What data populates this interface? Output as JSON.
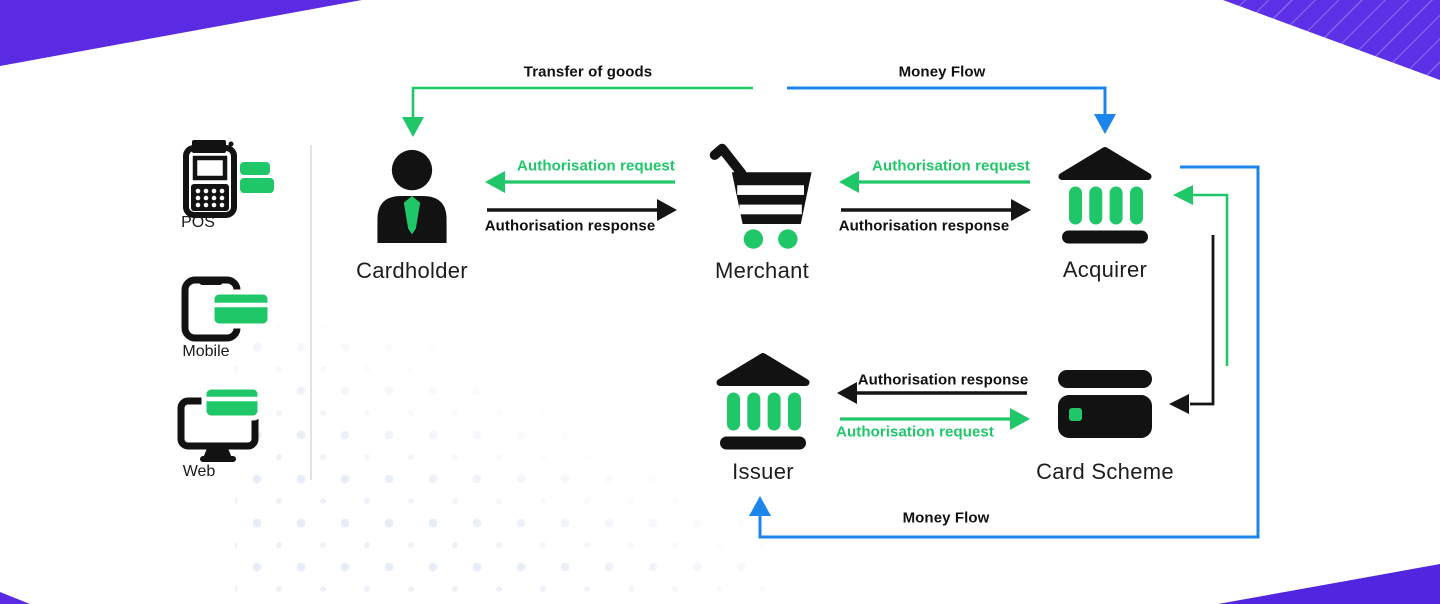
{
  "palette": {
    "purple": "#5a2be2",
    "green": "#1fc769",
    "blue": "#1b85ec",
    "ink": "#121212",
    "divider": "#e2e2e2",
    "dots": "#e7edf6"
  },
  "sidebar": {
    "items": [
      {
        "label": "POS",
        "icon": "pos-terminal-icon"
      },
      {
        "label": "Mobile",
        "icon": "mobile-phone-icon"
      },
      {
        "label": "Web",
        "icon": "desktop-monitor-icon"
      }
    ]
  },
  "nodes": {
    "cardholder": {
      "label": "Cardholder",
      "icon": "person-icon"
    },
    "merchant": {
      "label": "Merchant",
      "icon": "shopping-cart-icon"
    },
    "acquirer": {
      "label": "Acquirer",
      "icon": "bank-icon"
    },
    "issuer": {
      "label": "Issuer",
      "icon": "bank-icon"
    },
    "card_scheme": {
      "label": "Card Scheme",
      "icon": "credit-card-icon"
    }
  },
  "flows": {
    "transfer_of_goods": {
      "label": "Transfer of goods",
      "color": "#1fc769",
      "from": "merchant",
      "to": "cardholder"
    },
    "money_flow_top": {
      "label": "Money Flow",
      "color": "#1b85ec",
      "to": "acquirer"
    },
    "money_flow_bottom": {
      "label": "Money Flow",
      "color": "#1b85ec",
      "to": "issuer"
    },
    "cardholder_merchant": {
      "request": "Authorisation request",
      "response": "Authorisation response"
    },
    "merchant_acquirer": {
      "request": "Authorisation request",
      "response": "Authorisation response"
    },
    "card_scheme_issuer": {
      "request": "Authorisation request",
      "response": "Authorisation response"
    }
  }
}
